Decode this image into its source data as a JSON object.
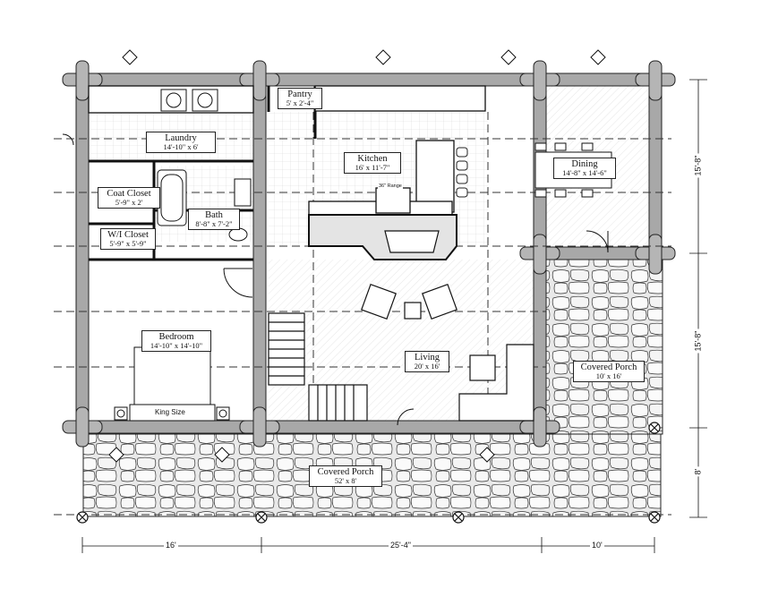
{
  "rooms": {
    "laundry": {
      "name": "Laundry",
      "size": "14'-10\" x 6'"
    },
    "pantry": {
      "name": "Pantry",
      "size": "5' x 2'-4\""
    },
    "kitchen": {
      "name": "Kitchen",
      "size": "16' x 11'-7\""
    },
    "dining": {
      "name": "Dining",
      "size": "14'-8\" x 14'-6\""
    },
    "coat_closet": {
      "name": "Coat Closet",
      "size": "5'-9\" x 2'"
    },
    "bath": {
      "name": "Bath",
      "size": "8'-8\" x 7'-2\""
    },
    "wi_closet": {
      "name": "W/I Closet",
      "size": "5'-9\" x 5'-9\""
    },
    "bedroom": {
      "name": "Bedroom",
      "size": "14'-10\" x 14'-10\""
    },
    "living": {
      "name": "Living",
      "size": "20' x 16'"
    },
    "covered_porch_side": {
      "name": "Covered Porch",
      "size": "10' x 16'"
    },
    "covered_porch_front": {
      "name": "Covered Porch",
      "size": "52' x 8'"
    }
  },
  "notes": {
    "king_size": "King Size",
    "range": "36\" Range"
  },
  "dimensions": {
    "bottom": [
      "16'",
      "25'-4\"",
      "10'"
    ],
    "right": [
      "15'-8\"",
      "15'-8\"",
      "8'"
    ]
  },
  "colors": {
    "line": "#1a1a1a",
    "log": "#9a9a9a",
    "stone": "#d6d6d6",
    "hatch": "#cfcfcf"
  }
}
